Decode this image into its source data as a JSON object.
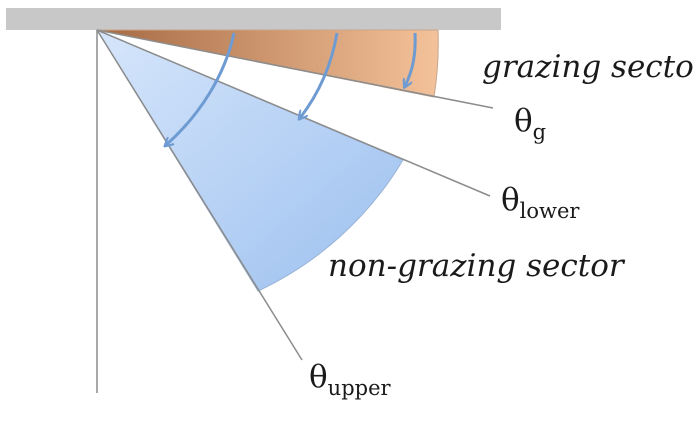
{
  "labels": {
    "grazing_sector": "grazing sector",
    "non_grazing_sector": "non-grazing sector",
    "theta_symbol": "θ",
    "theta_g_sub": "g",
    "theta_lower_sub": "lower",
    "theta_upper_sub": "upper"
  },
  "colors": {
    "surface": "#c8c8c8",
    "grazing_fill_dark": "#a66a43",
    "grazing_fill_light": "#f4c29a",
    "non_grazing_fill_dark": "#9cc0ef",
    "non_grazing_fill_light": "#d6e6fb",
    "arrow": "#6f9bd3",
    "lines": "#8c8c8c"
  }
}
